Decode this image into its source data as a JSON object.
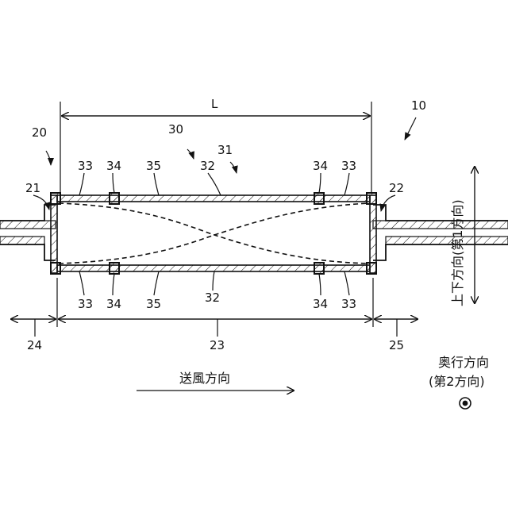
{
  "labels": {
    "L": "L",
    "n10": "10",
    "n20": "20",
    "n30": "30",
    "n31": "31",
    "n21": "21",
    "n22": "22",
    "n23": "23",
    "n24": "24",
    "n25": "25",
    "n32": "32",
    "n33": "33",
    "n34": "34",
    "n35": "35"
  },
  "texts": {
    "airflow": "送風方向",
    "vertical": "上下方向(第1方向)",
    "depth_line1": "奥行方向",
    "depth_line2": "(第2方向)"
  }
}
